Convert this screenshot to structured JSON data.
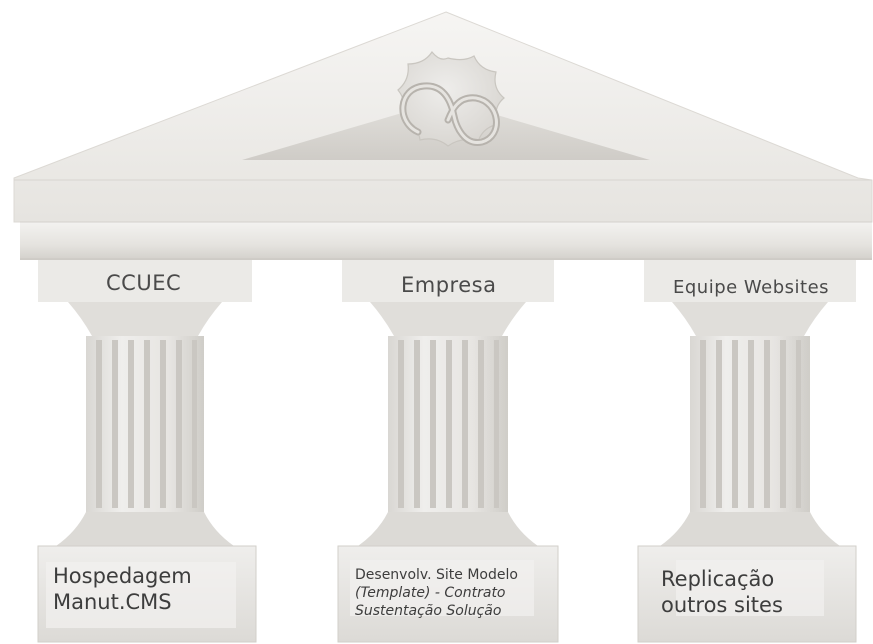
{
  "pillars": [
    {
      "capital_label": "CCUEC",
      "base_lines": [
        {
          "text": "Hospedagem",
          "italic": false
        },
        {
          "text": "Manut.CMS",
          "italic": false
        }
      ]
    },
    {
      "capital_label": "Empresa",
      "base_lines": [
        {
          "text": "Desenvolv. Site Modelo",
          "italic": false
        },
        {
          "text": "(Template) - Contrato",
          "italic": true
        },
        {
          "text": "Sustentação Solução",
          "italic": true
        }
      ]
    },
    {
      "capital_label": "Equipe Websites",
      "base_lines": [
        {
          "text": "Replicação",
          "italic": false
        },
        {
          "text": "outros sites",
          "italic": false
        }
      ]
    }
  ],
  "colors": {
    "stone_light": "#f2f1ef",
    "stone_mid": "#dedcd8",
    "stone_dark": "#bdbab4",
    "text": "#474747"
  },
  "emblem": "interlaced-ribbon-seal-icon"
}
